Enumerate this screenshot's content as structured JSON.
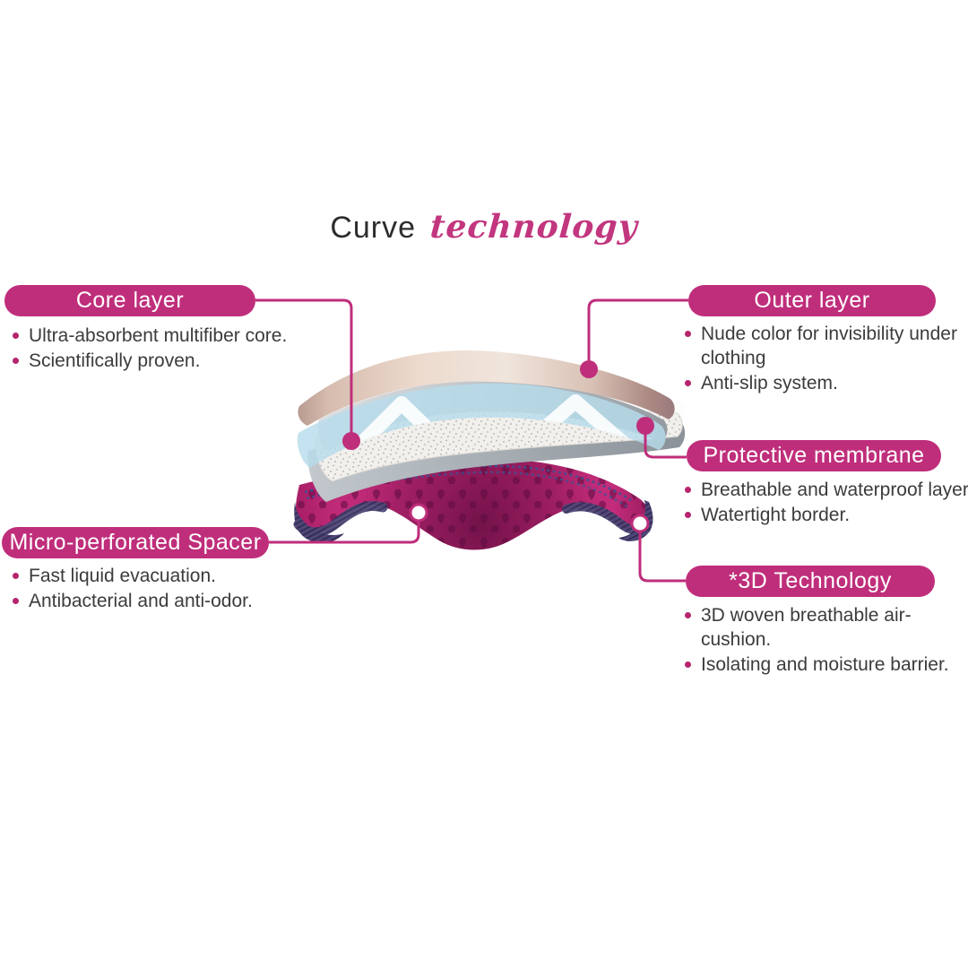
{
  "title": {
    "text_regular": "Curve",
    "text_accent": "technology"
  },
  "callouts": [
    {
      "title": "Core layer",
      "bullets": [
        "Ultra-absorbent multifiber core.",
        "Scientifically proven."
      ]
    },
    {
      "title": "Outer layer",
      "bullets": [
        "Nude color for invisibility under clothing",
        "Anti-slip system."
      ]
    },
    {
      "title": "Protective membrane",
      "bullets": [
        "Breathable and waterproof layer",
        "Watertight border."
      ]
    },
    {
      "title": "Micro-perforated Spacer",
      "bullets": [
        "Fast liquid evacuation.",
        "Antibacterial and anti-odor."
      ]
    },
    {
      "title": "*3D Technology",
      "bullets": [
        "3D woven breathable air-cushion.",
        "Isolating and moisture barrier."
      ]
    }
  ],
  "colors": {
    "accent": "#bf2e7b",
    "body_text": "#3d3b3c",
    "title_dark": "#2e2c2d",
    "spacer_magenta": "#bb2773",
    "membrane_blue": "#b7dcec",
    "outer_nude": "#ecd9cc",
    "mesh_purple": "#4e4777"
  }
}
